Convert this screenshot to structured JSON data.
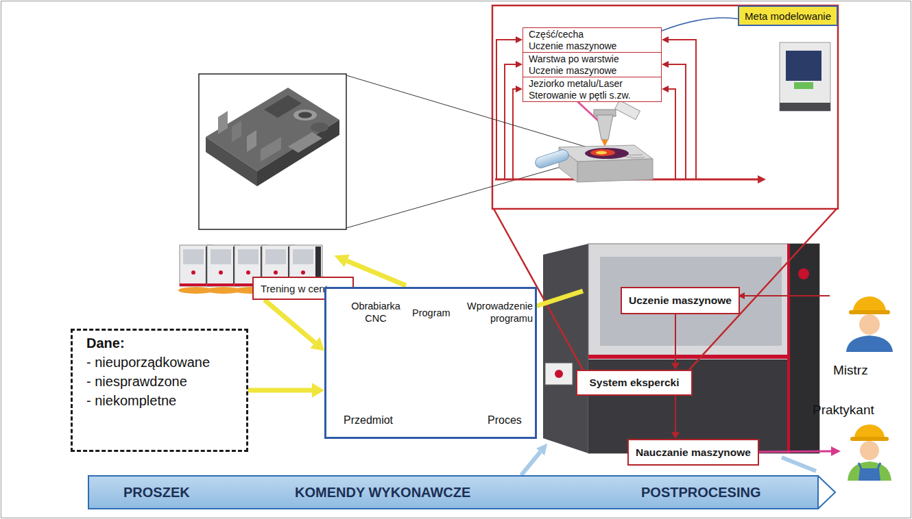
{
  "diagram": {
    "nodes": [
      {
        "text": [
          "Meta modelowanie"
        ]
      },
      {
        "text": [
          "Część/cecha",
          "Uczenie maszynowe"
        ]
      },
      {
        "text": [
          "Warstwa po warstwie",
          "Uczenie maszynowe"
        ]
      },
      {
        "text": [
          "Jeziorko metalu/Laser",
          "Sterowanie w pętli s.zw."
        ]
      },
      {
        "text": [
          "Trening w centrum"
        ]
      },
      {
        "text": [
          "Uczenie maszynowe"
        ]
      },
      {
        "text": [
          "Dane:",
          "- nieuporządkowane",
          "- niesprawdzone",
          "- niekompletne"
        ]
      },
      {
        "text": [
          "Obrabiarka CNC",
          "Program",
          "Wprowadzenie programu",
          "Przedmiot",
          "Proces"
        ]
      },
      {
        "text": [
          "System ekspercki"
        ]
      },
      {
        "text": [
          "Nauczanie maszynowe"
        ]
      },
      {
        "text": [
          "PROSZEK",
          "KOMENDY WYKONAWCZE",
          "POSTPROCESING"
        ]
      }
    ],
    "edges": [
      {
        "from": 6,
        "to": 7,
        "arrow": "to"
      },
      {
        "from": 4,
        "to": 7,
        "arrow": "to"
      },
      {
        "from": 5,
        "to": 8,
        "arrow": "to"
      },
      {
        "from": 8,
        "to": 9,
        "arrow": "to"
      }
    ],
    "labels": [
      "Mistrz",
      "Praktykant"
    ]
  }
}
